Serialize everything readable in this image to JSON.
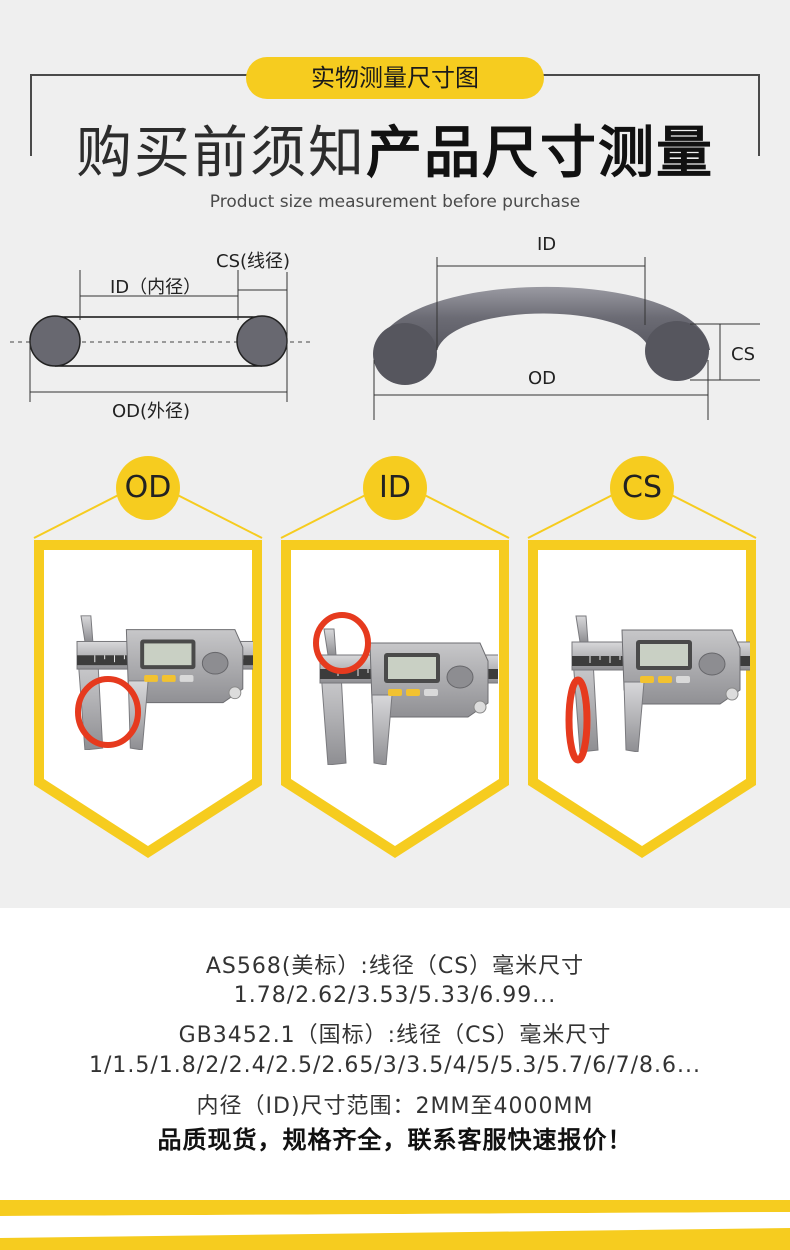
{
  "header": {
    "pill": "实物测量尺寸图",
    "title_light": "购买前须知",
    "title_bold": "产品尺寸测量",
    "subtitle": "Product size measurement before purchase"
  },
  "diagram_left": {
    "cs_label": "CS(线径)",
    "id_label": "ID（内径）",
    "od_label": "OD(外径)"
  },
  "diagram_right": {
    "id_label": "ID",
    "cs_label": "CS",
    "od_label": "OD"
  },
  "panels": [
    {
      "badge": "OD"
    },
    {
      "badge": "ID"
    },
    {
      "badge": "CS"
    }
  ],
  "specs": {
    "line1": "AS568(美标）:线径（CS）毫米尺寸",
    "line2": "1.78/2.62/3.53/5.33/6.99...",
    "line3": "GB3452.1（国标）:线径（CS）毫米尺寸",
    "line4": "1/1.5/1.8/2/2.4/2.5/2.65/3/3.5/4/5/5.3/5.7/6/7/8.6...",
    "line5": "内径（ID)尺寸范围：2MM至4000MM",
    "slogan": "品质现货，规格齐全，联系客服快速报价！"
  },
  "colors": {
    "accent": "#f6cc1f",
    "ring_dark": "#5f5f68",
    "oring_red": "#e63a1e"
  }
}
